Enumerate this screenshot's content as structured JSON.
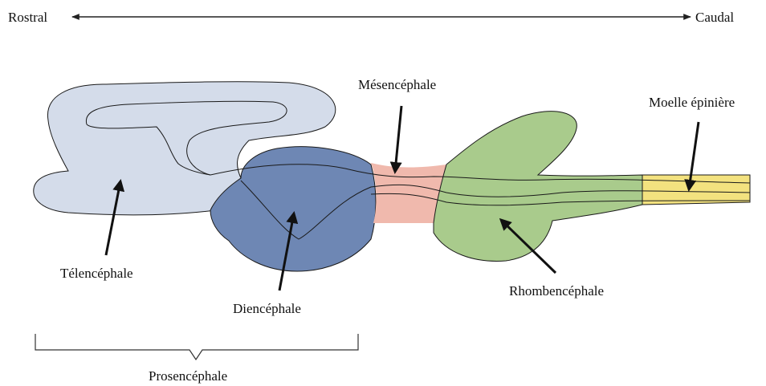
{
  "axis": {
    "left_label": "Rostral",
    "right_label": "Caudal"
  },
  "regions": {
    "telencephale": "Télencéphale",
    "diencephale": "Diencéphale",
    "mesencephale": "Mésencéphale",
    "rhombencephale": "Rhombencéphale",
    "moelle": "Moelle épinière",
    "prosencephale": "Prosencéphale"
  },
  "colors": {
    "telencephale": "#d4dcea",
    "diencephale": "#6e87b4",
    "mesencephale": "#f0b9ad",
    "rhombencephale": "#a9cb8c",
    "moelle": "#f3e27f",
    "outline": "#1a1a1a"
  }
}
